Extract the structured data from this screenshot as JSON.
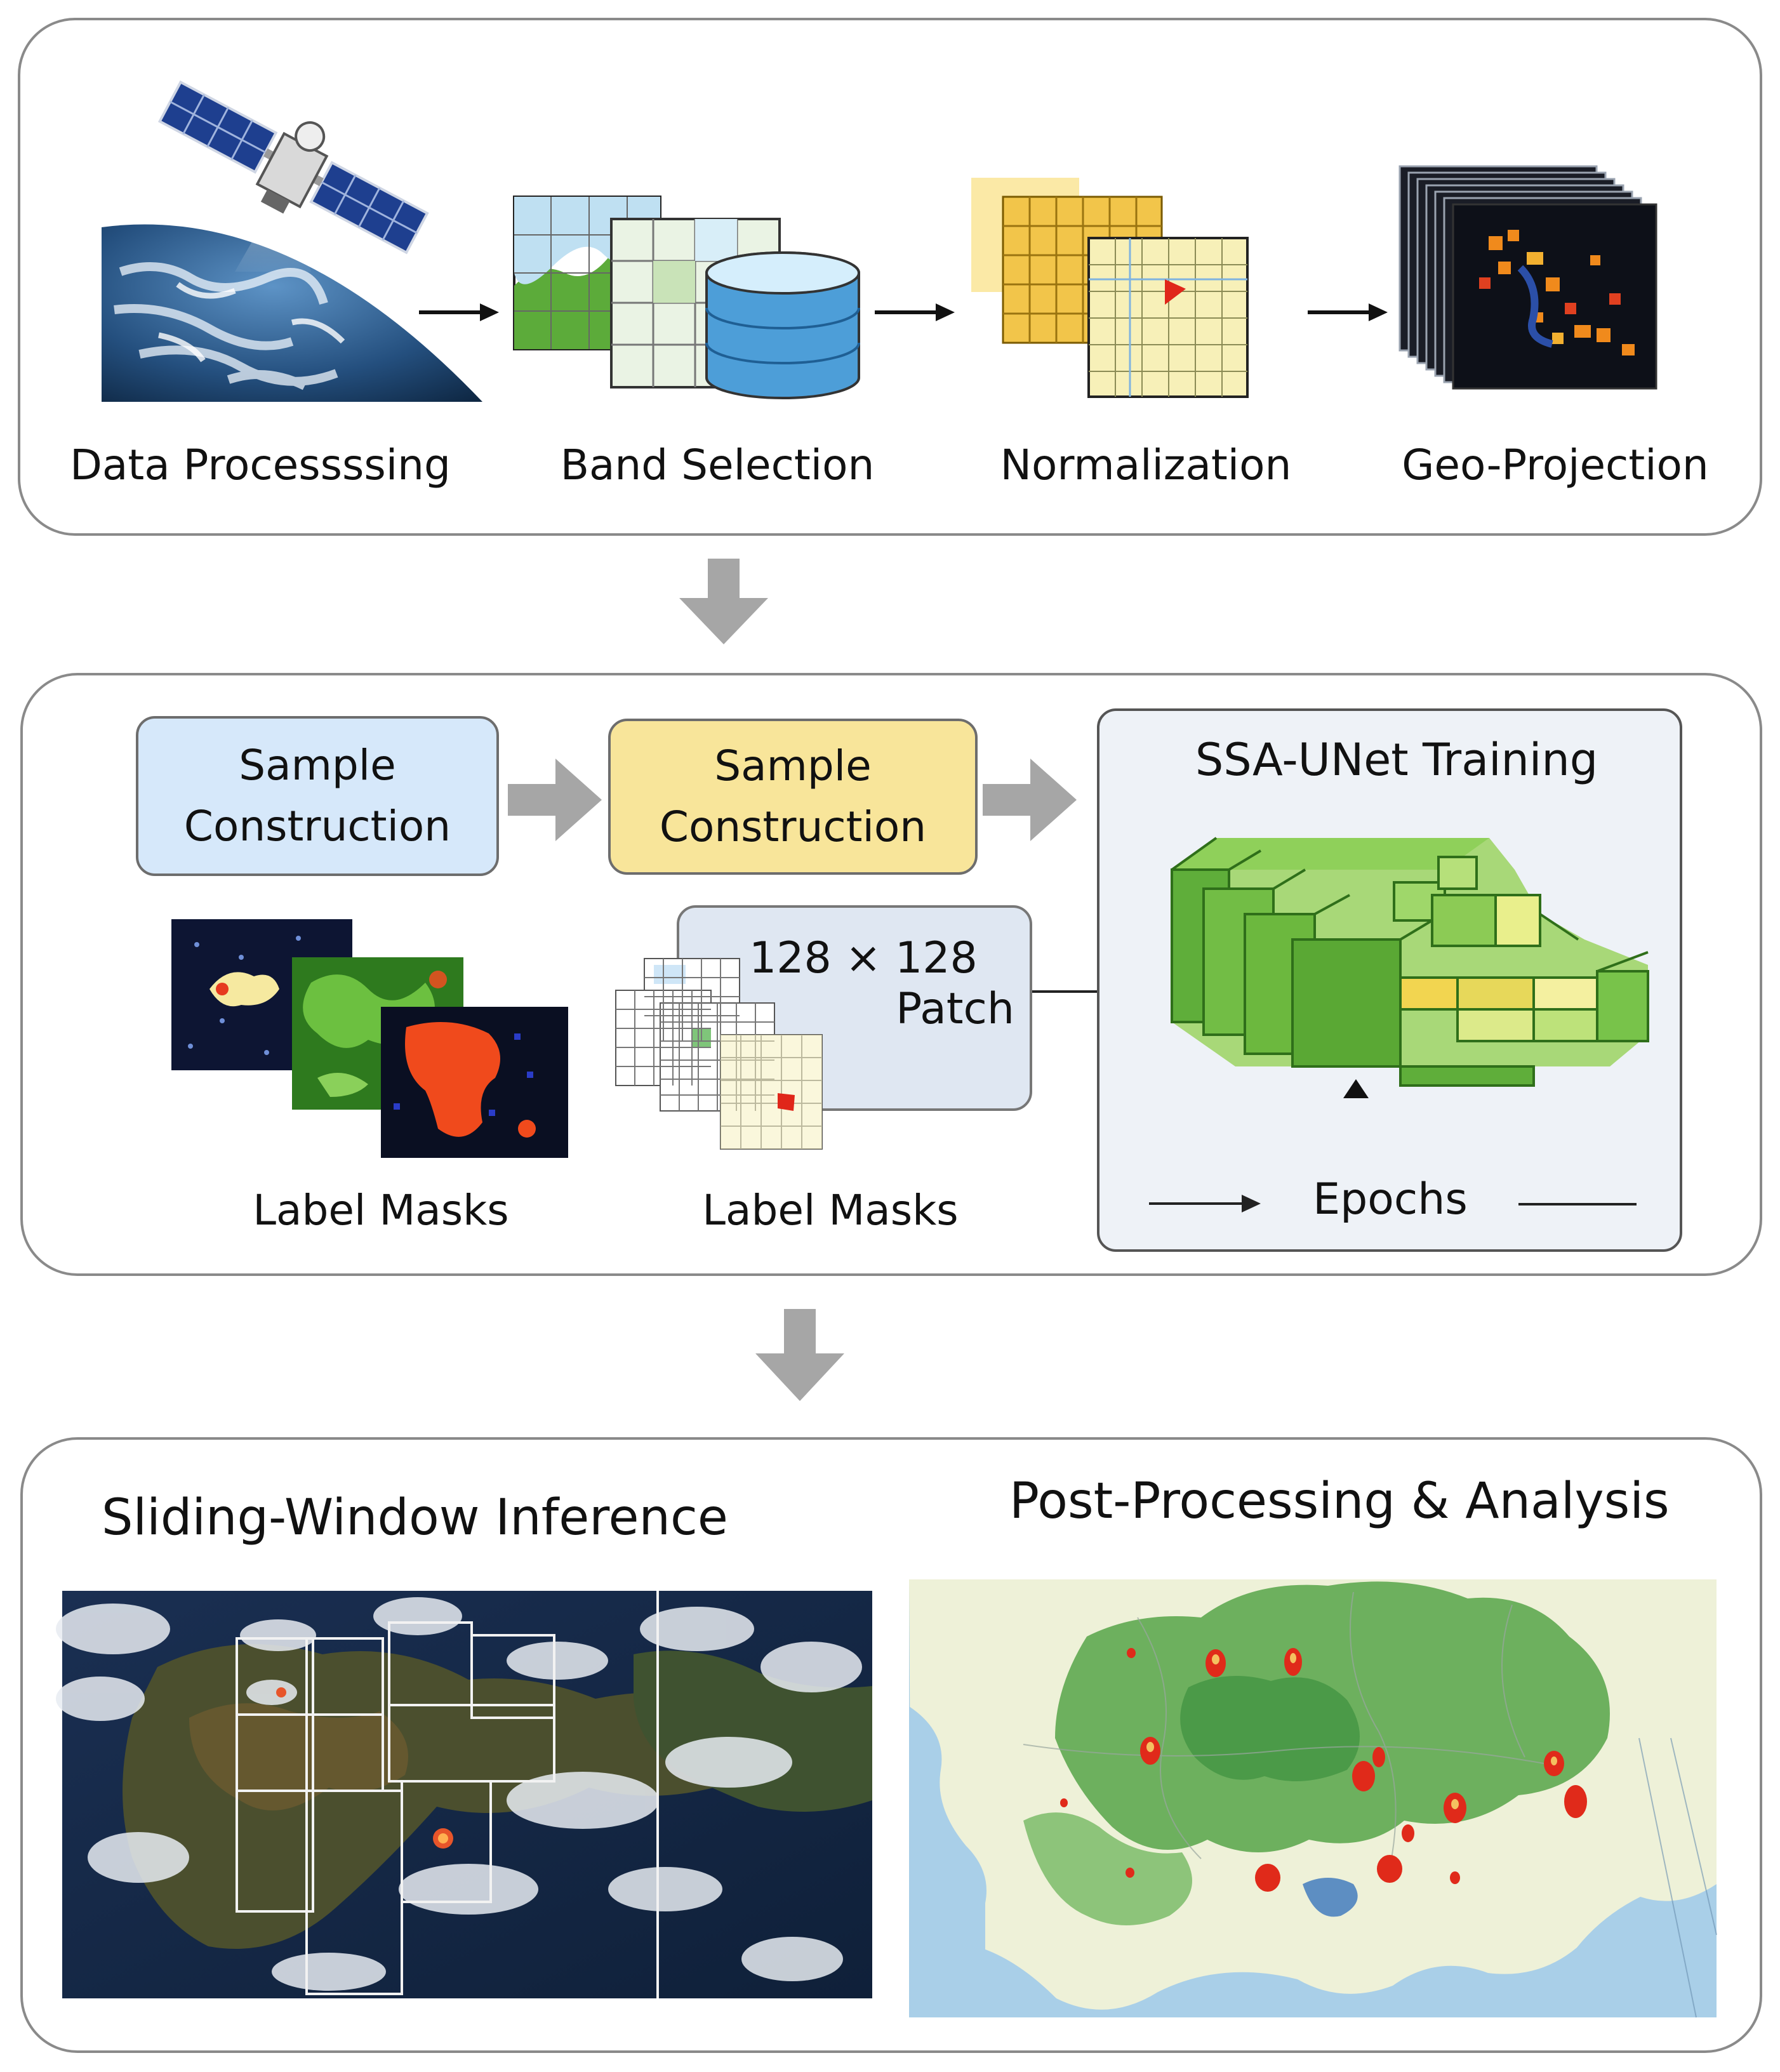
{
  "preprocessing": {
    "stages": [
      {
        "label": "Data Processssing",
        "icon": "satellite-earth-icon"
      },
      {
        "label": "Band Selection",
        "icon": "band-layers-database-icon"
      },
      {
        "label": "Normalization",
        "icon": "normalized-grid-icon"
      },
      {
        "label": "Geo-Projection",
        "icon": "projected-raster-stack-icon"
      }
    ]
  },
  "training": {
    "box1": {
      "line1": "Sample",
      "line2": "Construction"
    },
    "box2": {
      "line1": "Sample",
      "line2": "Construction"
    },
    "label_masks_left": "Label Masks",
    "label_masks_mid": "Label Masks",
    "patch": {
      "size": "128 × 128",
      "word": "Patch"
    },
    "model": {
      "title": "SSA-UNet Training",
      "epochs_label": "Epochs"
    }
  },
  "inference": {
    "sliding_title": "Sliding-Window Inference",
    "post_title": "Post-Processing & Analysis"
  },
  "colors": {
    "panel_border": "#8a8a8a",
    "box1_fill": "#d6e8fa",
    "box2_fill": "#f8e59a",
    "model_panel": "#eef2f7",
    "flow_arrow": "#a6a6a6",
    "green": "#5fae3a",
    "fire": "#e02a1a"
  }
}
